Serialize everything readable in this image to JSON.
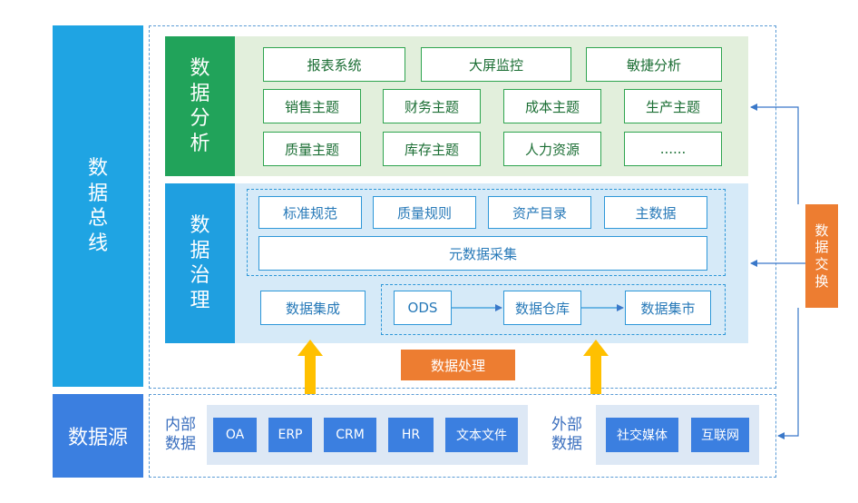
{
  "left": {
    "bus_label": [
      "数",
      "据",
      "总",
      "线"
    ],
    "source_label": "数据源"
  },
  "analysis": {
    "label": [
      "数",
      "据",
      "分",
      "析"
    ],
    "row1": [
      "报表系统",
      "大屏监控",
      "敏捷分析"
    ],
    "row2": [
      "销售主题",
      "财务主题",
      "成本主题",
      "生产主题"
    ],
    "row3": [
      "质量主题",
      "库存主题",
      "人力资源",
      "......"
    ]
  },
  "governance": {
    "label": [
      "数",
      "据",
      "治",
      "理"
    ],
    "row1": [
      "标准规范",
      "质量规则",
      "资产目录",
      "主数据"
    ],
    "metadata": "元数据采集",
    "integration": "数据集成",
    "pipeline": [
      "ODS",
      "数据仓库",
      "数据集市"
    ]
  },
  "processing": "数据处理",
  "exchange": [
    "数",
    "据",
    "交",
    "换"
  ],
  "sources": {
    "internal_label": [
      "内部",
      "数据"
    ],
    "internal": [
      "OA",
      "ERP",
      "CRM",
      "HR",
      "文本文件"
    ],
    "external_label": [
      "外部",
      "数据"
    ],
    "external": [
      "社交媒体",
      "互联网"
    ]
  },
  "colors": {
    "bus": "#1fa4e3",
    "source": "#3b7fe0",
    "analysis_green": "#21a35a",
    "governance_blue": "#1f9fe0",
    "processing_orange": "#ed7d31",
    "arrow_yellow": "#ffc000"
  }
}
